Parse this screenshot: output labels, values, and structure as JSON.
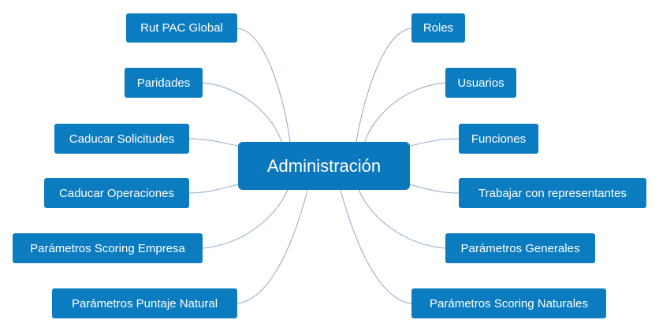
{
  "center": {
    "label": "Administración"
  },
  "left_branches": [
    {
      "label": "Rut PAC Global"
    },
    {
      "label": "Paridades"
    },
    {
      "label": "Caducar Solicitudes"
    },
    {
      "label": "Caducar Operaciones"
    },
    {
      "label": "Parámetros Scoring Empresa"
    },
    {
      "label": "Parámetros Puntaje Natural"
    }
  ],
  "right_branches": [
    {
      "label": "Roles"
    },
    {
      "label": "Usuarios"
    },
    {
      "label": "Funciones"
    },
    {
      "label": "Trabajar con representantes"
    },
    {
      "label": "Parámetros Generales"
    },
    {
      "label": "Parámetros Scoring Naturales"
    }
  ],
  "colors": {
    "node_fill": "#0c7cc1",
    "node_text": "#ffffff",
    "connector": "#8ea9c8"
  }
}
